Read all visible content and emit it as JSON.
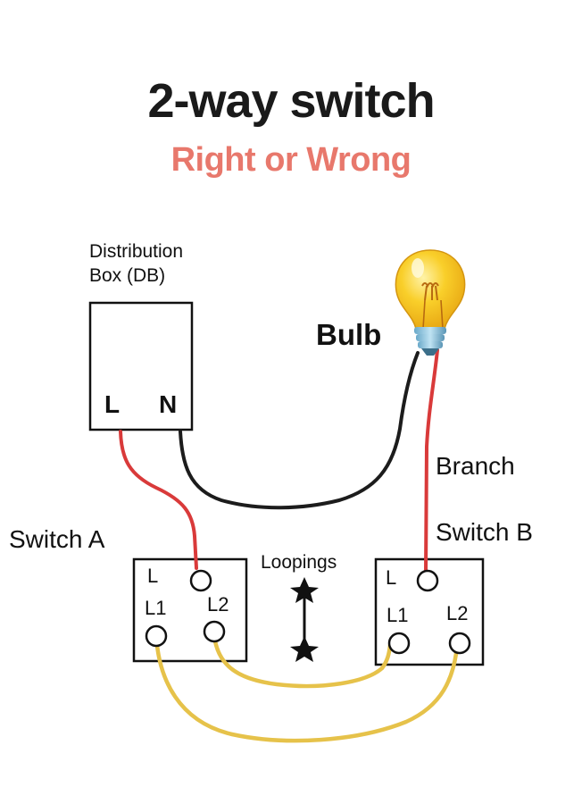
{
  "title": "2-way switch",
  "subtitle": "Right or Wrong",
  "distribution_box": {
    "label_line1": "Distribution",
    "label_line2": "Box (DB)",
    "terminal_l": "L",
    "terminal_n": "N"
  },
  "bulb": {
    "label": "Bulb"
  },
  "branch": {
    "label": "Branch"
  },
  "loopings": {
    "label": "Loopings"
  },
  "switch_a": {
    "label": "Switch A",
    "terminal_l": "L",
    "terminal_l1": "L1",
    "terminal_l2": "L2"
  },
  "switch_b": {
    "label": "Switch B",
    "terminal_l": "L",
    "terminal_l1": "L1",
    "terminal_l2": "L2"
  },
  "colors": {
    "live_wire": "#d93a3a",
    "neutral_wire": "#1c1c1c",
    "looping_wire": "#e6c24a",
    "subtitle": "#e8786c",
    "bulb_glass": "#f7c21a"
  }
}
